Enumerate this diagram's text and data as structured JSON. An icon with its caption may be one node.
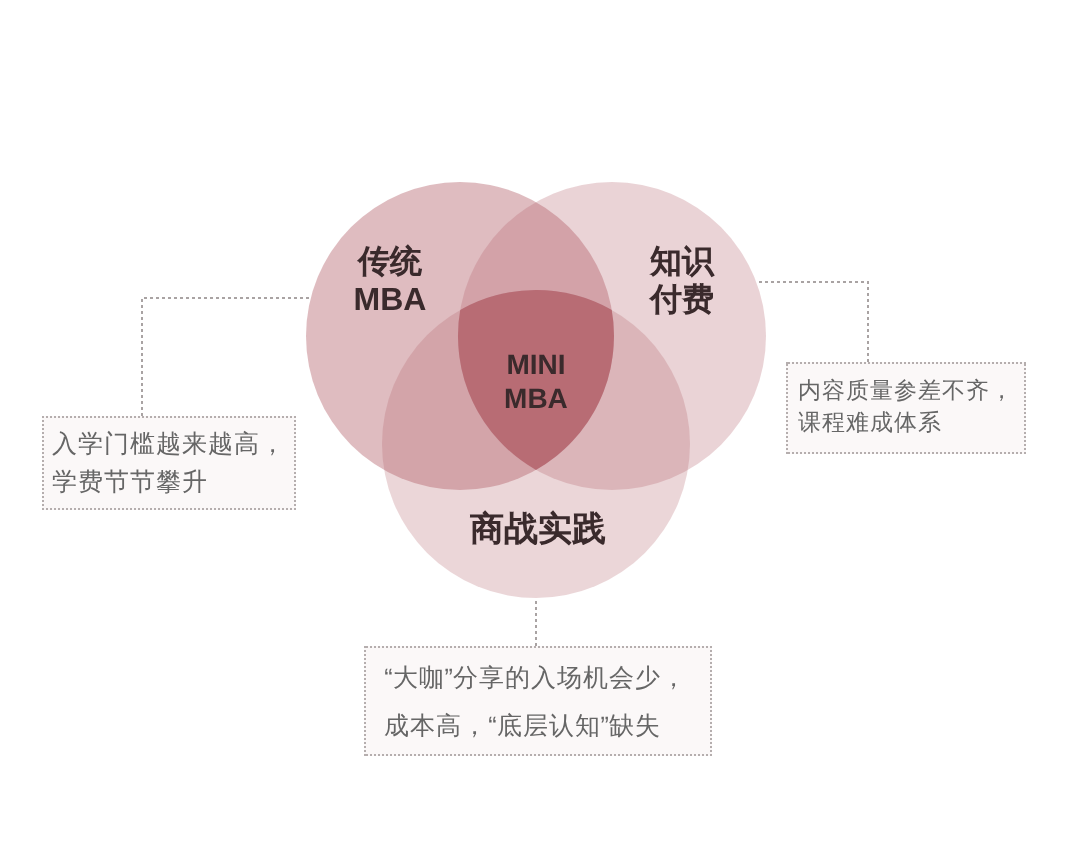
{
  "diagram": {
    "nodes": [
      {
        "text": [
          "传统MBA"
        ]
      },
      {
        "text": [
          "知识付费"
        ]
      },
      {
        "text": [
          "MINI MBA"
        ]
      },
      {
        "text": [
          "商战实践"
        ]
      },
      {
        "text": [
          "入学门槛越来越高，学费节节攀升"
        ]
      },
      {
        "text": [
          "内容质量参差不齐，课程难成体系"
        ]
      },
      {
        "text": [
          "“大咖”分享的入场机会少，成本高，“底层认知”缺失"
        ]
      }
    ],
    "edges": [
      {
        "from": 4,
        "to": 0,
        "arrow": "none"
      },
      {
        "from": 5,
        "to": 1,
        "arrow": "none"
      },
      {
        "from": 6,
        "to": 3,
        "arrow": "none"
      }
    ]
  }
}
